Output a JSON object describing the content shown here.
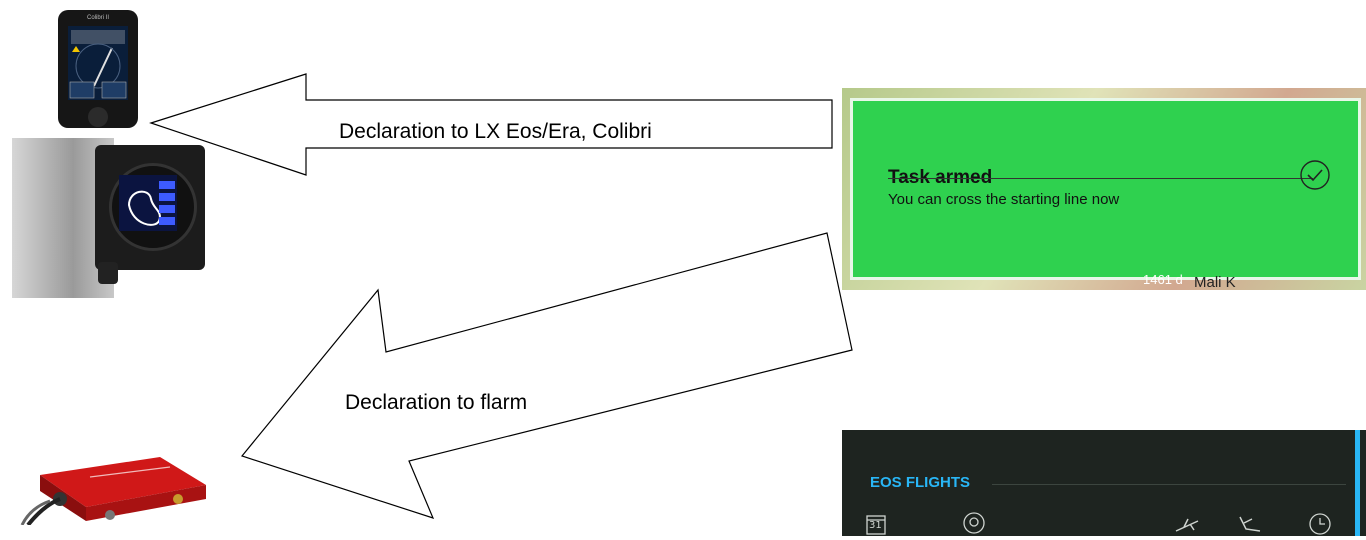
{
  "labels": {
    "eos_era": "Declaration to LX Eos/Era, Colibri",
    "flarm": "Declaration to flarm"
  },
  "devices": {
    "colibri_title": "Colibri II"
  },
  "task_screen": {
    "title": "Task armed",
    "message": "You can cross the starting line now",
    "map_label": "Mali K",
    "map_number": "1461 d",
    "card_color": "#2fd14f"
  },
  "eos_screen": {
    "title": "EOS FLIGHTS",
    "calendar_day": "31",
    "accent_color": "#29b6f6",
    "icons": [
      "calendar-icon",
      "pilot-icon",
      "takeoff-icon",
      "landing-icon",
      "clock-icon"
    ]
  }
}
